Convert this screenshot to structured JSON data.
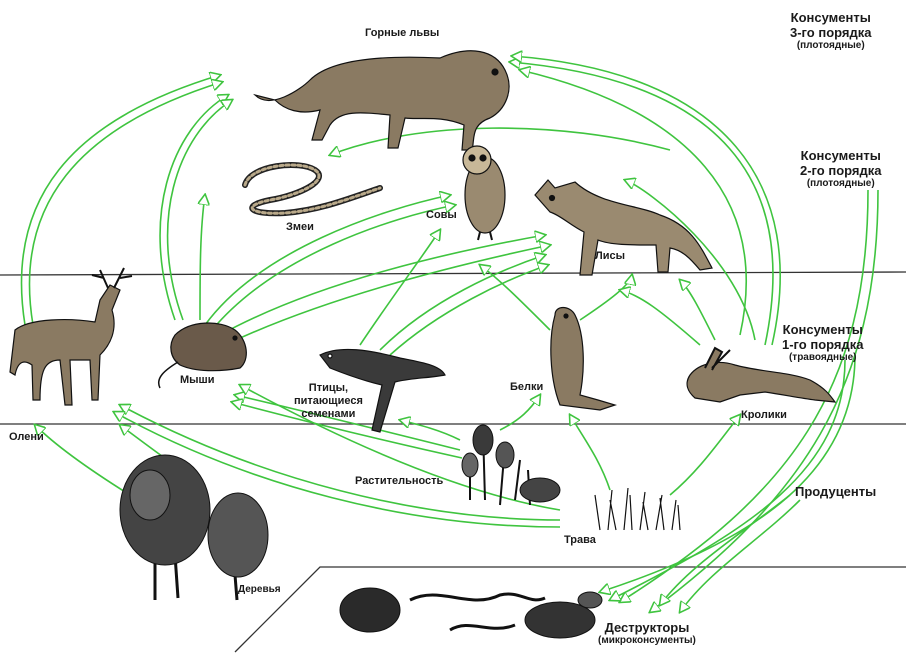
{
  "organisms": {
    "lions": "Горные львы",
    "snakes": "Змеи",
    "owls": "Совы",
    "foxes": "Лисы",
    "deer": "Олени",
    "mice": "Мыши",
    "birds": [
      "Птицы,",
      "питающиеся",
      "семенами"
    ],
    "squirrels": "Белки",
    "rabbits": "Кролики",
    "vegetation": "Растительность",
    "grass": "Трава",
    "trees": "Деревья"
  },
  "levels": {
    "tertiary": {
      "line1": "Консументы",
      "line2": "3-го порядка",
      "line3": "(плотоядные)"
    },
    "secondary": {
      "line1": "Консументы",
      "line2": "2-го порядка",
      "line3": "(плотоядные)"
    },
    "primary": {
      "line1": "Консументы",
      "line2": "1-го порядка",
      "line3": "(травоядные)"
    },
    "producers": {
      "line1": "Продуценты"
    },
    "decomposers": {
      "line1": "Деструкторы",
      "line2": "(микроконсументы)"
    }
  },
  "colors": {
    "arrow": "#3fc43f",
    "ink": "#1a1a1a"
  },
  "icons": [
    "mountain-lion-icon",
    "snake-icon",
    "owl-icon",
    "fox-icon",
    "deer-icon",
    "mouse-icon",
    "bird-icon",
    "squirrel-icon",
    "rabbit-icon",
    "vegetation-icon",
    "grass-icon",
    "trees-icon",
    "decomposers-icon"
  ]
}
